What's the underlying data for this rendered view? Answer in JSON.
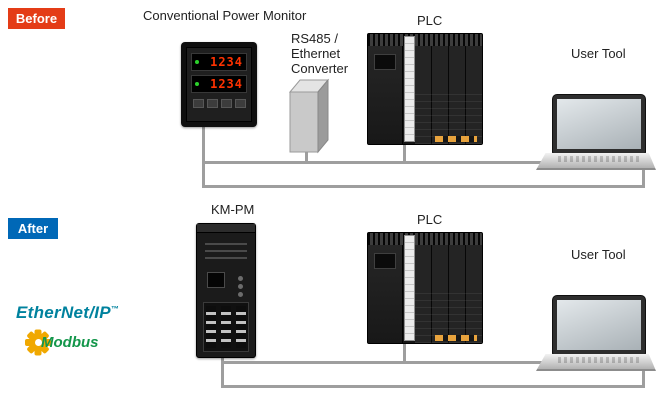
{
  "before": {
    "badge": "Before",
    "monitor_label": "Conventional Power Monitor",
    "converter_label_lines": [
      "RS485 /",
      "Ethernet",
      "Converter"
    ],
    "plc_label": "PLC",
    "user_tool_label": "User Tool",
    "monitor_display_top": "1234",
    "monitor_display_bottom": "1234"
  },
  "after": {
    "badge": "After",
    "kmpm_label": "KM-PM",
    "plc_label": "PLC",
    "user_tool_label": "User Tool",
    "ethernet_ip_logo": "EtherNet/IP",
    "ethernet_ip_tm": "™",
    "modbus_logo": "Modbus"
  },
  "colors": {
    "before_badge": "#e43c17",
    "after_badge": "#0068b7",
    "cable": "#9e9e9e",
    "ethernet_ip_text": "#00829e",
    "modbus_text": "#13964a",
    "modbus_gear": "#f0a800",
    "monitor_digits": "#ff3200"
  }
}
